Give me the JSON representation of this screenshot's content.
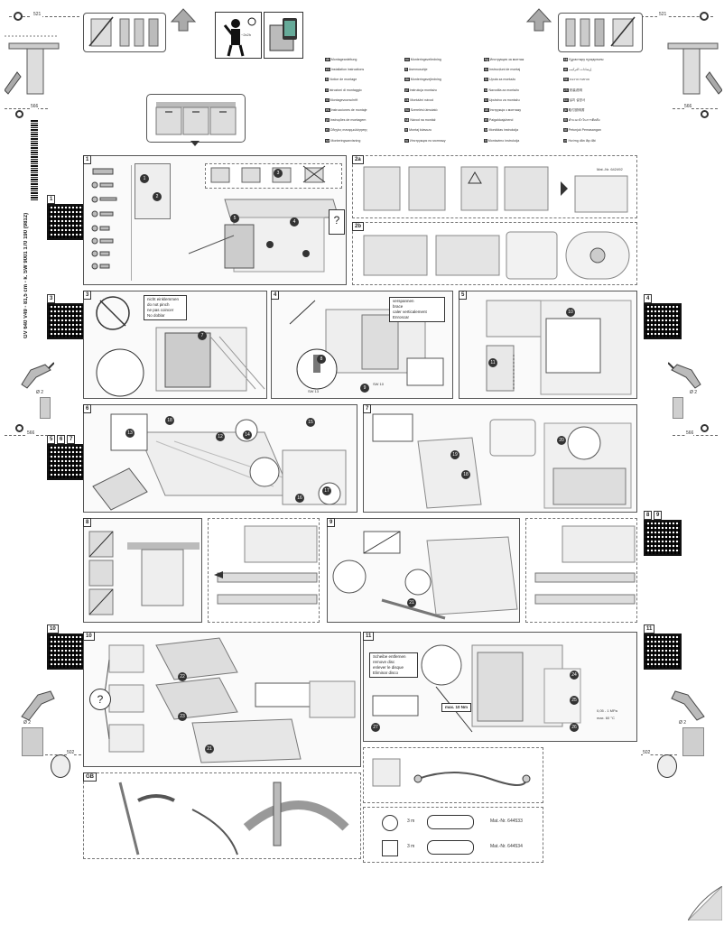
{
  "top": {
    "dim_left": "521",
    "dim_right": "521",
    "dim_mid_left": "566",
    "dim_mid_right": "566",
    "dim_low_left": "566",
    "dim_low_right": "566",
    "dim_bottom_left": "502",
    "dim_bottom_right": "502",
    "time": "~2x2h"
  },
  "side_text": "GV 640 V49 - 81,5 cm - k. SW     9001 170 190 (9812)",
  "languages": [
    {
      "code": "de",
      "text": "Montageanleitung"
    },
    {
      "code": "en",
      "text": "Installation instructions"
    },
    {
      "code": "fr",
      "text": "Notice de montage"
    },
    {
      "code": "it",
      "text": "Istruzioni di montaggio"
    },
    {
      "code": "nl",
      "text": "Montagevoorschrift"
    },
    {
      "code": "es",
      "text": "Instrucciones de montaje"
    },
    {
      "code": "pt",
      "text": "Instruções de montagem"
    },
    {
      "code": "el",
      "text": "Οδηγίες συναρμολόγησης"
    },
    {
      "code": "sv",
      "text": "Monteringsanvisning"
    },
    {
      "code": "no",
      "text": "Monteringsveiledning"
    },
    {
      "code": "fi",
      "text": "Asennusohje"
    },
    {
      "code": "da",
      "text": "Monteringsvejledning"
    },
    {
      "code": "pl",
      "text": "Instrukcja montażu"
    },
    {
      "code": "cs",
      "text": "Montážní návod"
    },
    {
      "code": "hu",
      "text": "Szerelési útmutató"
    },
    {
      "code": "sk",
      "text": "Návod na montáž"
    },
    {
      "code": "tr",
      "text": "Montaj kılavuzu"
    },
    {
      "code": "ru",
      "text": "Инструкция по монтажу"
    },
    {
      "code": "bg",
      "text": "Инструкция за монтаж"
    },
    {
      "code": "ro",
      "text": "Instrucțiuni de montaj"
    },
    {
      "code": "hr",
      "text": "Uputa za montažu"
    },
    {
      "code": "sl",
      "text": "Navodila za montažo"
    },
    {
      "code": "sr",
      "text": "Uputstvo za montažu"
    },
    {
      "code": "uk",
      "text": "Інструкція з монтажу"
    },
    {
      "code": "et",
      "text": "Paigaldusjuhend"
    },
    {
      "code": "lv",
      "text": "Montāžas instrukcija"
    },
    {
      "code": "lt",
      "text": "Montavimo instrukcija"
    },
    {
      "code": "kk",
      "text": "Құрастыру нұсқаулығы"
    },
    {
      "code": "ar",
      "text": "إرشادات التركيب"
    },
    {
      "code": "he",
      "text": "הוראות הרכבה"
    },
    {
      "code": "zh",
      "text": "安装说明"
    },
    {
      "code": "ko",
      "text": "설치 설명서"
    },
    {
      "code": "ja",
      "text": "取付説明書"
    },
    {
      "code": "th",
      "text": "คำแนะนำในการติดตั้ง"
    },
    {
      "code": "id",
      "text": "Petunjuk Pemasangan"
    },
    {
      "code": "vi",
      "text": "Hướng dẫn lắp đặt"
    }
  ],
  "panels": {
    "p1": "1",
    "p2a": "2a",
    "p2b": "2b",
    "p3": "3",
    "p4": "4",
    "p5": "5",
    "p6": "6",
    "p7": "7",
    "p8": "8",
    "p9": "9",
    "p10": "10",
    "p11": "11",
    "pgb": "GB"
  },
  "qr_labels": {
    "q1": "1",
    "q3": "3",
    "q4": "4",
    "q5": "5",
    "q6": "6",
    "q7": "7",
    "q8": "8",
    "q9": "9",
    "q10": "10",
    "q11": "11"
  },
  "notes": {
    "pinch": [
      "nicht einklemmen",
      "do not pinch",
      "ne pas coincer",
      "No doblar"
    ],
    "brace": [
      "verspannen",
      "brace",
      "caler verticalement",
      "Enroscar"
    ],
    "disc": [
      "Scheibe entfernen",
      "remove disc",
      "enlever le disque",
      "Eliminar disco"
    ],
    "max": "max. 10 Nm",
    "mat_no1": "Mat.-Nr. 642492",
    "mat_no2": "Mat.-Nr. 644533",
    "mat_no3": "Mat.-Nr. 644534",
    "sw13": "SW 13",
    "sw10": "SW 10",
    "qm": "?",
    "cm3": "3 m",
    "cm3b": "3 m",
    "mpa": "0,05 - 1 MPa",
    "hot": "max. 60 °C"
  }
}
